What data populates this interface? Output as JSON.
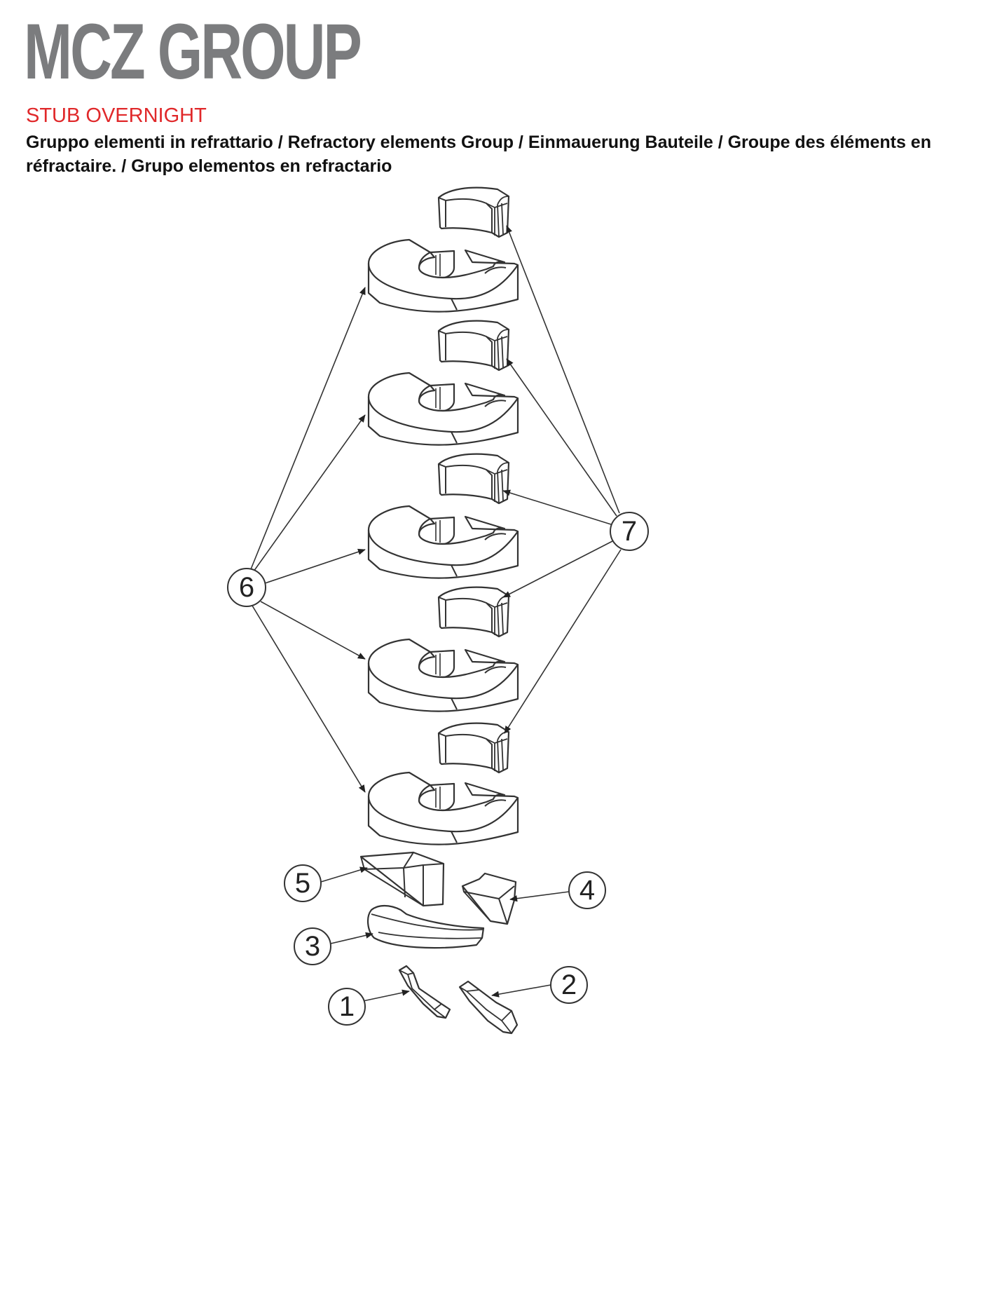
{
  "header": {
    "brand": "MCZ GROUP",
    "model": "STUB OVERNIGHT",
    "description": "Gruppo elementi in refrattario / Refractory elements Group  / Einmauerung Bauteile / Groupe des éléments en réfractaire. / Grupo elementos en refractario"
  },
  "colors": {
    "brand_gray": "#7b7c7e",
    "model_red": "#e0282a",
    "line": "#333333"
  },
  "callouts": [
    "1",
    "2",
    "3",
    "4",
    "5",
    "6",
    "7"
  ]
}
